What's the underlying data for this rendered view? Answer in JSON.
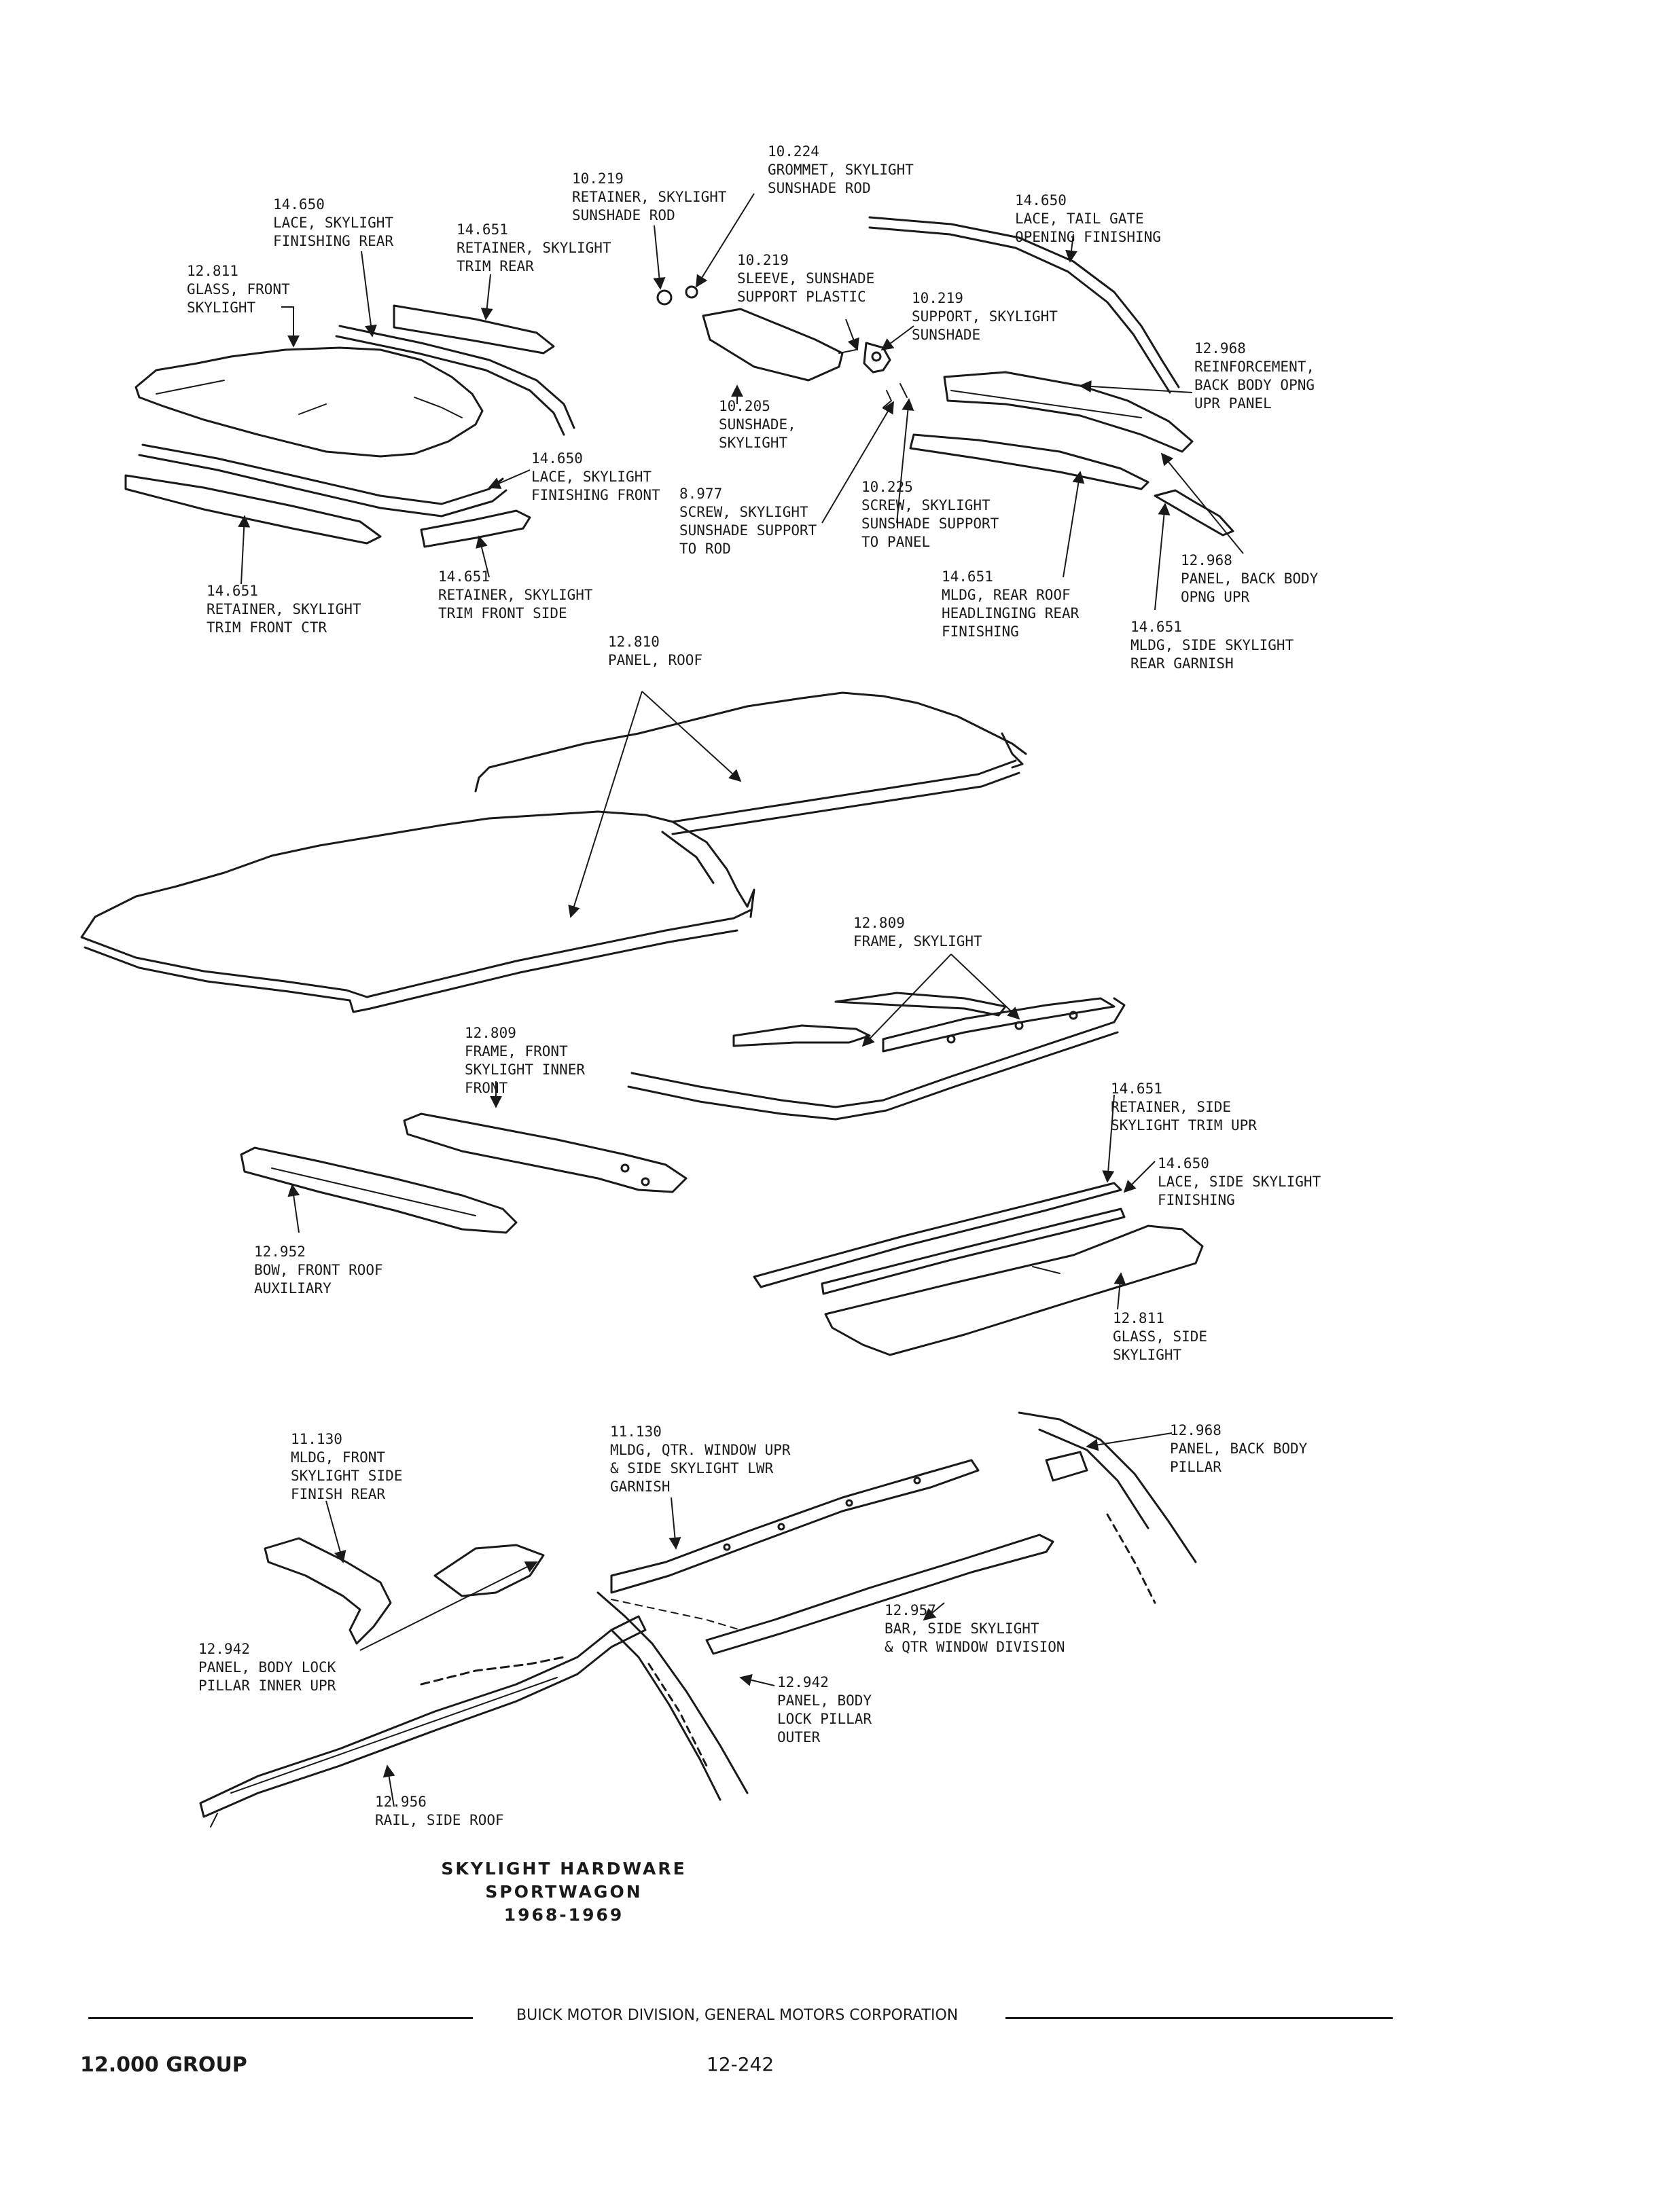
{
  "callouts": [
    {
      "id": "c1",
      "number": "14.650",
      "text": [
        "LACE, SKYLIGHT",
        "FINISHING REAR"
      ]
    },
    {
      "id": "c2",
      "number": "12.811",
      "text": [
        "GLASS, FRONT",
        "SKYLIGHT"
      ]
    },
    {
      "id": "c3",
      "number": "14.651",
      "text": [
        "RETAINER, SKYLIGHT",
        "TRIM REAR"
      ]
    },
    {
      "id": "c4",
      "number": "10.219",
      "text": [
        "RETAINER, SKYLIGHT",
        "SUNSHADE ROD"
      ]
    },
    {
      "id": "c5",
      "number": "10.224",
      "text": [
        "GROMMET, SKYLIGHT",
        "SUNSHADE ROD"
      ]
    },
    {
      "id": "c6",
      "number": "10.219",
      "text": [
        "SLEEVE, SUNSHADE",
        "SUPPORT PLASTIC"
      ]
    },
    {
      "id": "c7",
      "number": "10.219",
      "text": [
        "SUPPORT, SKYLIGHT",
        "SUNSHADE"
      ]
    },
    {
      "id": "c8",
      "number": "14.650",
      "text": [
        "LACE, TAIL GATE",
        "OPENING FINISHING"
      ]
    },
    {
      "id": "c9",
      "number": "12.968",
      "text": [
        "REINFORCEMENT,",
        "BACK BODY OPNG",
        "UPR PANEL"
      ]
    },
    {
      "id": "c10",
      "number": "10.205",
      "text": [
        "SUNSHADE,",
        "SKYLIGHT"
      ]
    },
    {
      "id": "c11",
      "number": "14.650",
      "text": [
        "LACE, SKYLIGHT",
        "FINISHING FRONT"
      ]
    },
    {
      "id": "c12",
      "number": "8.977",
      "text": [
        "SCREW, SKYLIGHT",
        "SUNSHADE SUPPORT",
        "TO ROD"
      ]
    },
    {
      "id": "c13",
      "number": "10.225",
      "text": [
        "SCREW, SKYLIGHT",
        "SUNSHADE SUPPORT",
        "TO PANEL"
      ]
    },
    {
      "id": "c14",
      "number": "12.968",
      "text": [
        "PANEL, BACK BODY",
        "OPNG UPR"
      ]
    },
    {
      "id": "c15",
      "number": "14.651",
      "text": [
        "MLDG, REAR ROOF",
        "HEADLINGING REAR",
        "FINISHING"
      ]
    },
    {
      "id": "c16",
      "number": "14.651",
      "text": [
        "MLDG, SIDE SKYLIGHT",
        "REAR GARNISH"
      ]
    },
    {
      "id": "c17",
      "number": "14.651",
      "text": [
        "RETAINER, SKYLIGHT",
        "TRIM FRONT CTR"
      ]
    },
    {
      "id": "c18",
      "number": "14.651",
      "text": [
        "RETAINER, SKYLIGHT",
        "TRIM FRONT SIDE"
      ]
    },
    {
      "id": "c19",
      "number": "12.810",
      "text": [
        "PANEL, ROOF"
      ]
    },
    {
      "id": "c20",
      "number": "12.809",
      "text": [
        "FRAME, SKYLIGHT"
      ]
    },
    {
      "id": "c21",
      "number": "12.809",
      "text": [
        "FRAME, FRONT",
        "SKYLIGHT INNER",
        "FRONT"
      ]
    },
    {
      "id": "c22",
      "number": "14.651",
      "text": [
        "RETAINER, SIDE",
        "SKYLIGHT TRIM UPR"
      ]
    },
    {
      "id": "c23",
      "number": "14.650",
      "text": [
        "LACE, SIDE SKYLIGHT",
        "FINISHING"
      ]
    },
    {
      "id": "c24",
      "number": "12.952",
      "text": [
        "BOW, FRONT ROOF",
        "AUXILIARY"
      ]
    },
    {
      "id": "c25",
      "number": "12.811",
      "text": [
        "GLASS, SIDE",
        "SKYLIGHT"
      ]
    },
    {
      "id": "c26",
      "number": "11.130",
      "text": [
        "MLDG, FRONT",
        "SKYLIGHT SIDE",
        "FINISH REAR"
      ]
    },
    {
      "id": "c27",
      "number": "11.130",
      "text": [
        "MLDG, QTR. WINDOW UPR",
        "& SIDE SKYLIGHT LWR",
        "GARNISH"
      ]
    },
    {
      "id": "c28",
      "number": "12.968",
      "text": [
        "PANEL, BACK BODY",
        "PILLAR"
      ]
    },
    {
      "id": "c29",
      "number": "12.942",
      "text": [
        "PANEL, BODY LOCK",
        "PILLAR INNER UPR"
      ]
    },
    {
      "id": "c30",
      "number": "12.957",
      "text": [
        "BAR, SIDE SKYLIGHT",
        "& QTR WINDOW DIVISION"
      ]
    },
    {
      "id": "c31",
      "number": "12.942",
      "text": [
        "PANEL, BODY",
        "LOCK PILLAR",
        "OUTER"
      ]
    },
    {
      "id": "c32",
      "number": "12.956",
      "text": [
        "RAIL, SIDE ROOF"
      ]
    }
  ],
  "caption": {
    "line1": "SKYLIGHT HARDWARE",
    "line2": "SPORTWAGON",
    "line3": "1968-1969"
  },
  "footer": {
    "division": "BUICK MOTOR DIVISION, GENERAL MOTORS CORPORATION",
    "group": "12.000 GROUP",
    "page": "12-242"
  }
}
